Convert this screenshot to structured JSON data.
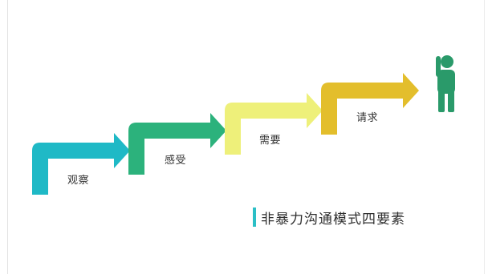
{
  "steps": [
    {
      "label": "观察",
      "color": "#1fb9c6"
    },
    {
      "label": "感受",
      "color": "#2cb27c"
    },
    {
      "label": "需要",
      "color": "#eef07a"
    },
    {
      "label": "请求",
      "color": "#e3be2c"
    }
  ],
  "title": "非暴力沟通模式四要素",
  "colors": {
    "figure": "#2a9a6a",
    "title_bar": "#2bbfc6"
  },
  "icons": {
    "figure": "person-waving-icon"
  }
}
